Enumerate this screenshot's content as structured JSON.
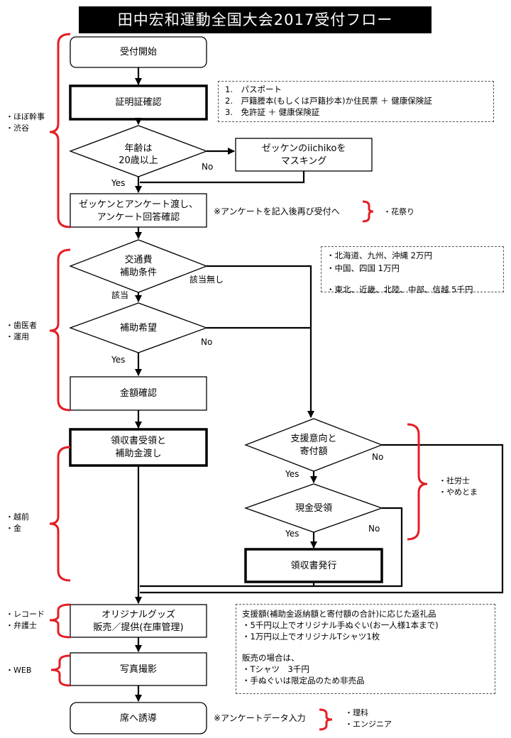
{
  "title": "田中宏和運動全国大会2017受付フロー",
  "nodes": {
    "start": "受付開始",
    "id_check": "証明証確認",
    "age_q": [
      "年齢は",
      "20歳以上"
    ],
    "mask": [
      "ゼッケンのiichikoを",
      "マスキング"
    ],
    "hand_over": [
      "ゼッケンとアンケート渡し、",
      "アンケート回答確認"
    ],
    "transport_q": [
      "交通費",
      "補助条件"
    ],
    "subsidy_q": "補助希望",
    "amount_check": "金額確認",
    "receipt_subsidy": [
      "領収書受領と",
      "補助金渡し"
    ],
    "support_q": [
      "支援意向と",
      "寄付額"
    ],
    "cash_q": "現金受領",
    "issue_receipt": "領収書発行",
    "goods": [
      "オリジナルグッズ",
      "販売／提供(在庫管理)"
    ],
    "photo": "写真撮影",
    "seat": "席へ誘導"
  },
  "edge_labels": {
    "no": "No",
    "yes": "Yes",
    "applicable": "該当",
    "not_applicable": "該当無し"
  },
  "notes": {
    "id_docs": [
      "1.　パスポート",
      "2.　戸籍謄本(もしくは戸籍抄本)か住民票 ＋ 健康保険証",
      "3.　免許証 ＋ 健康保険証"
    ],
    "survey_retry": "※アンケートを記入後再び受付へ",
    "subsidy_rates": [
      "・北海道、九州、沖縄 2万円",
      "・中国、四国 1万円",
      "・東北、近畿、北陸、中部、信越 5千円"
    ],
    "goods_info": [
      "支援額(補助金返納額と寄付額の合計)に応じた返礼品",
      "・5千円以上でオリジナル手ぬぐい(お一人様1本まで)",
      "・1万円以上でオリジナルTシャツ1枚",
      "",
      "販売の場合は、",
      "・Tシャツ　3千円",
      "・手ぬぐいは限定品のため非売品"
    ],
    "survey_input": "※アンケートデータ入力"
  },
  "staff": {
    "reception": [
      "・ほぼ幹事",
      "・渋谷"
    ],
    "festival": "・花祭り",
    "subsidy": [
      "・歯医者",
      "・運用"
    ],
    "support": [
      "・社労士",
      "・やめとま"
    ],
    "cash": [
      "・越前",
      "・金"
    ],
    "goods": [
      "・レコード",
      "・弁護士"
    ],
    "photo": "・WEB",
    "seat": [
      "・理科",
      "・エンジニア"
    ]
  },
  "colors": {
    "bracket": "#e31e24",
    "title_bg": "#000000",
    "title_fg": "#ffffff"
  }
}
